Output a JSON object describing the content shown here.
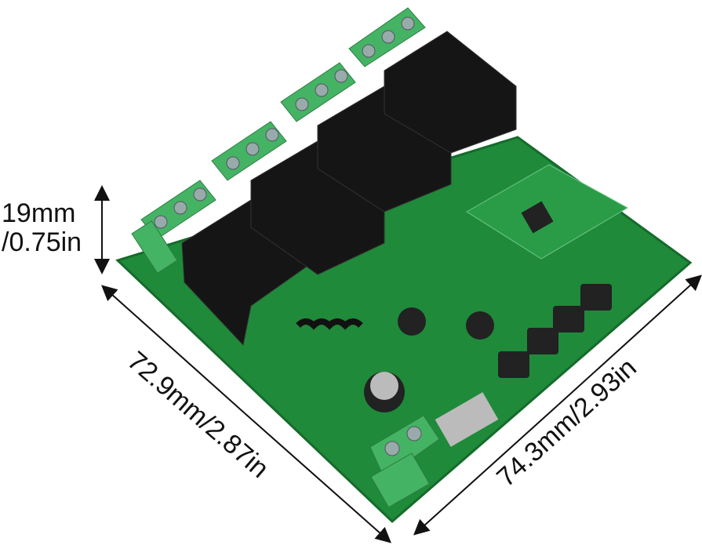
{
  "dimensions": {
    "height_mm": "19mm",
    "height_in": "/0.75in",
    "length_left": "72.9mm/2.87in",
    "length_right": "74.3mm/2.93in"
  },
  "colors": {
    "pcb": "#1f8a3a",
    "terminal": "#3fae5c",
    "relay": "#111111",
    "text": "#111111"
  }
}
